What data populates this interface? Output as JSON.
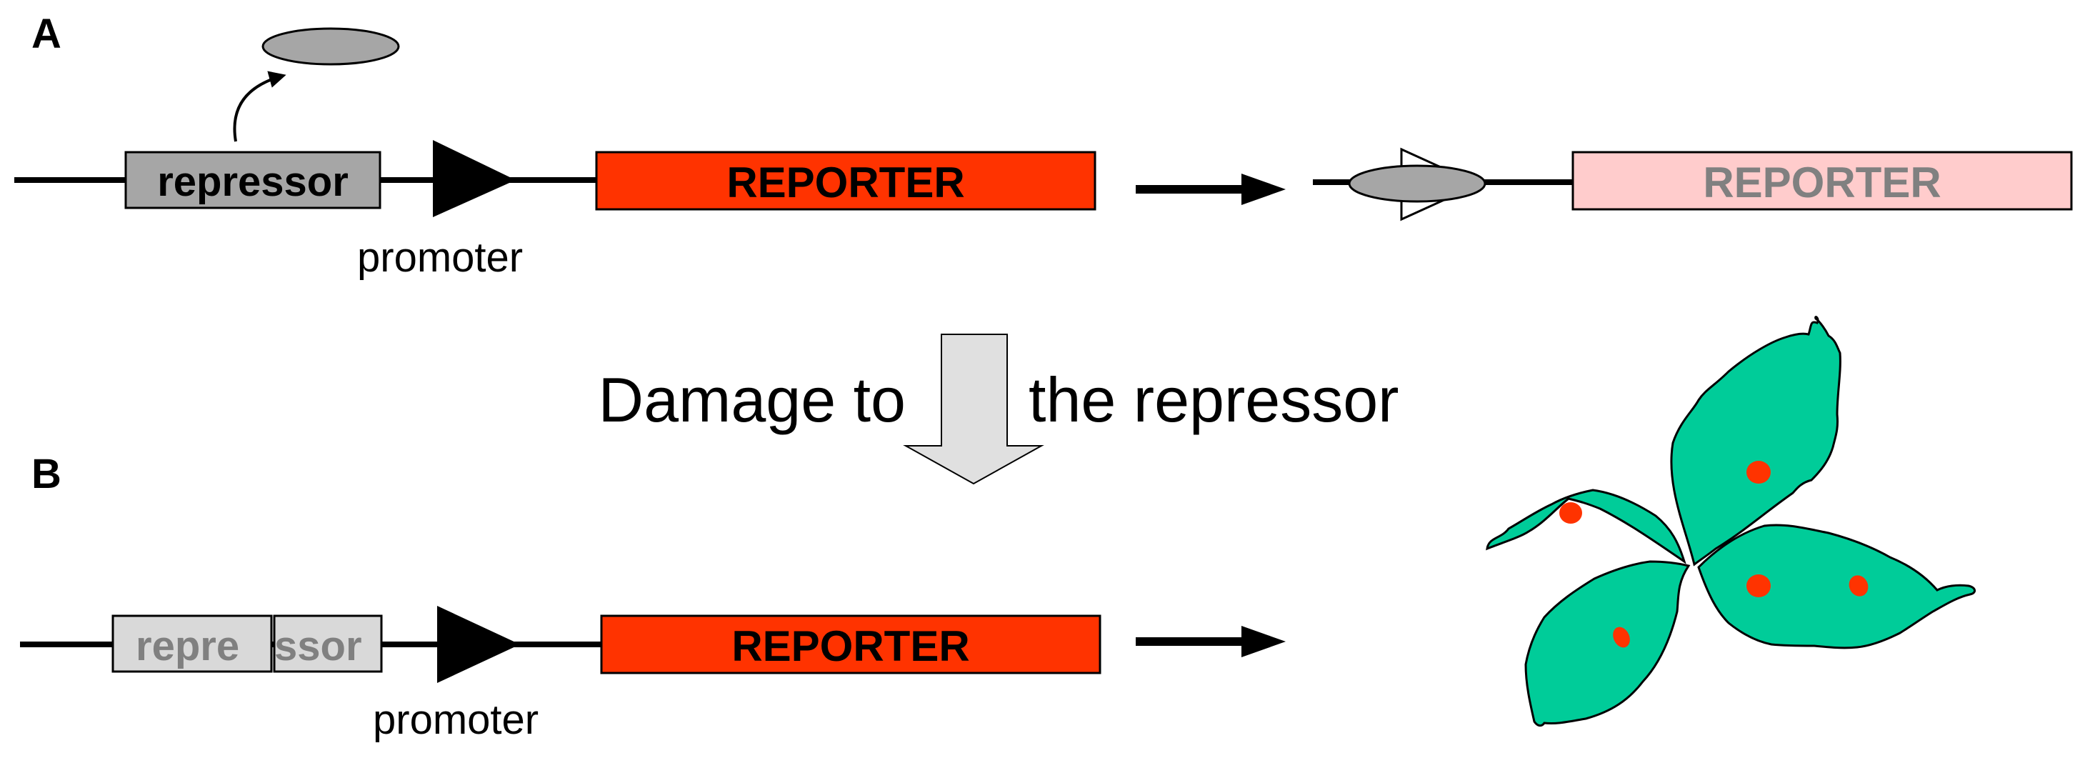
{
  "panels": {
    "a_label": "A",
    "b_label": "B"
  },
  "panel_a": {
    "repressor_label": "repressor",
    "promoter_label": "promoter",
    "reporter_label": "REPORTER",
    "repressed_reporter_label": "REPORTER"
  },
  "middle": {
    "text_left": "Damage to",
    "text_right": "the repressor"
  },
  "panel_b": {
    "damaged_repressor_part1": "repre",
    "damaged_repressor_part2": "ssor",
    "promoter_label": "promoter",
    "reporter_label": "REPORTER"
  },
  "colors": {
    "repressor_fill": "#a6a6a6",
    "repressor_damaged_fill": "#d9d9d9",
    "reporter_fill": "#ff3300",
    "reporter_repressed_fill": "#ffcccc",
    "reporter_repressed_text": "#808080",
    "leaf_fill": "#00cc99",
    "spot_fill": "#ff3300",
    "arrow_fill": "#e0e0e0"
  }
}
